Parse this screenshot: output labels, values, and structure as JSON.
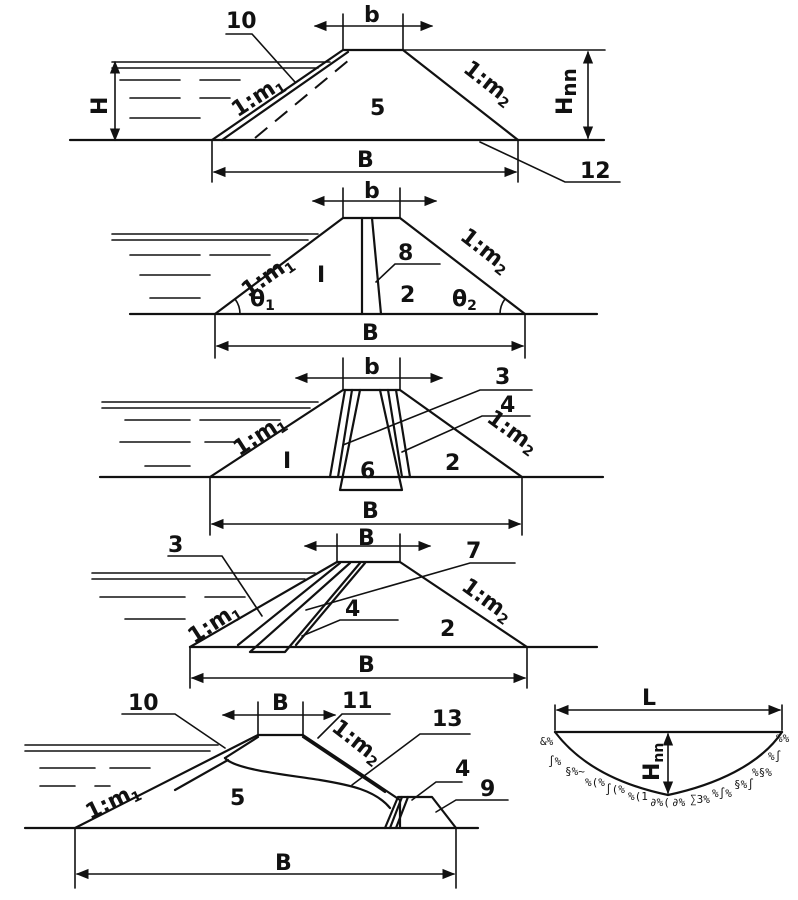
{
  "fig1": {
    "crest_width": "b",
    "upstream_slope": "1:m",
    "upstream_slope_sub": "1",
    "downstream_slope": "1:m",
    "downstream_slope_sub": "2",
    "water_depth": "H",
    "dam_height": "H",
    "dam_height_sub": "nn",
    "base_width": "B",
    "callout_a": "10",
    "callout_b": "12",
    "zone": "5"
  },
  "fig2": {
    "crest_width": "b",
    "upstream_slope": "1:m",
    "upstream_slope_sub": "1",
    "downstream_slope": "1:m",
    "downstream_slope_sub": "2",
    "angle_up": "θ",
    "angle_up_sub": "1",
    "angle_down": "θ",
    "angle_down_sub": "2",
    "base_width": "B",
    "zone_up": "I",
    "zone_down": "2",
    "callout": "8"
  },
  "fig3": {
    "crest_width": "b",
    "upstream_slope": "1:m",
    "upstream_slope_sub": "1",
    "downstream_slope": "1:m",
    "downstream_slope_sub": "2",
    "base_width": "B",
    "zone_up": "I",
    "zone_core": "6",
    "zone_down": "2",
    "callout_a": "3",
    "callout_b": "4"
  },
  "fig4": {
    "crest_width": "B",
    "upstream_slope": "1:m",
    "upstream_slope_sub": "1",
    "downstream_slope": "1:m",
    "downstream_slope_sub": "2",
    "base_width": "B",
    "zone_down": "2",
    "callout_a": "3",
    "callout_b": "7",
    "callout_c": "4"
  },
  "fig5": {
    "crest_width": "B",
    "upstream_slope": "1:m",
    "upstream_slope_sub": "1",
    "downstream_slope": "1:m",
    "downstream_slope_sub": "2",
    "base_width": "B",
    "zone": "5",
    "callout_a": "10",
    "callout_b": "11",
    "callout_c": "13",
    "callout_d": "4",
    "callout_e": "9"
  },
  "fig6": {
    "width": "L",
    "depth": "H",
    "depth_sub": "nn"
  }
}
